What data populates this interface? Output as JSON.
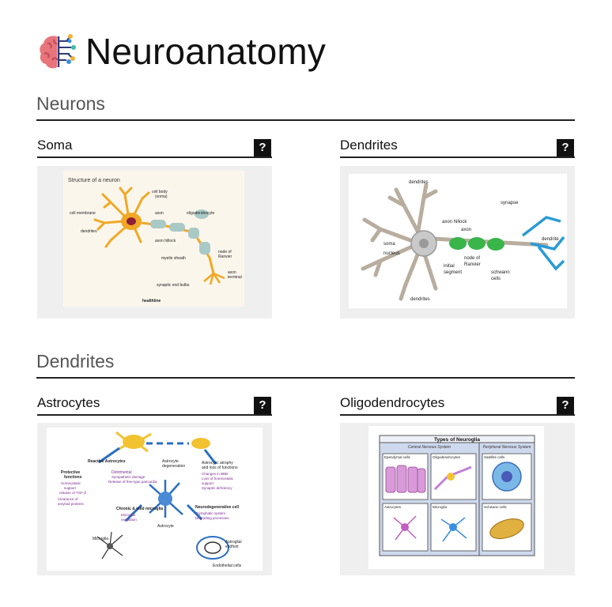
{
  "page": {
    "title": "Neuroanatomy",
    "icon": "brain-icon"
  },
  "sections": [
    {
      "heading": "Neurons",
      "cards": [
        {
          "title": "Soma",
          "help": "?",
          "image": {
            "heading": "Structure of a neuron",
            "labels": [
              "cell body",
              "(soma)",
              "cell membrane",
              "axon",
              "oligodendrocyte",
              "dendrites",
              "axon hillock",
              "myelin sheath",
              "node of",
              "Ranvier",
              "axon",
              "terminal",
              "synaptic end bulbs",
              "healthline"
            ]
          }
        },
        {
          "title": "Dendrites",
          "help": "?",
          "image": {
            "labels": [
              "dendrites",
              "synapse",
              "axon hillock",
              "axon",
              "soma",
              "nucleus",
              "dendrite",
              "initial",
              "segment",
              "node of",
              "Ranvier",
              "schwann",
              "cells",
              "dendrites"
            ]
          }
        }
      ]
    },
    {
      "heading": "Dendrites",
      "cards": [
        {
          "title": "Astrocytes",
          "help": "?",
          "image": {
            "labels": [
              "Reactive Astrocytes",
              "Astrocyte",
              "degeneration",
              "Astrocytic atrophy",
              "and loss of functions",
              "Protective",
              "functions",
              "Detrimental",
              "Chronic & mild microglia",
              "Microglia",
              "Astrocyte",
              "Neurodegenerative cell",
              "Astroglial",
              "endfoot",
              "Endothelial cells"
            ]
          }
        },
        {
          "title": "Oligodendrocytes",
          "help": "?",
          "image": {
            "title": "Types of Neuroglia",
            "left_header": "Central Nervous System",
            "right_header": "Peripheral Nervous System",
            "cells": [
              "Ependymal cells",
              "Oligodendrocytes",
              "Satellite cells",
              "Astrocytes",
              "Microglia",
              "Schwann cells"
            ]
          }
        }
      ]
    }
  ]
}
